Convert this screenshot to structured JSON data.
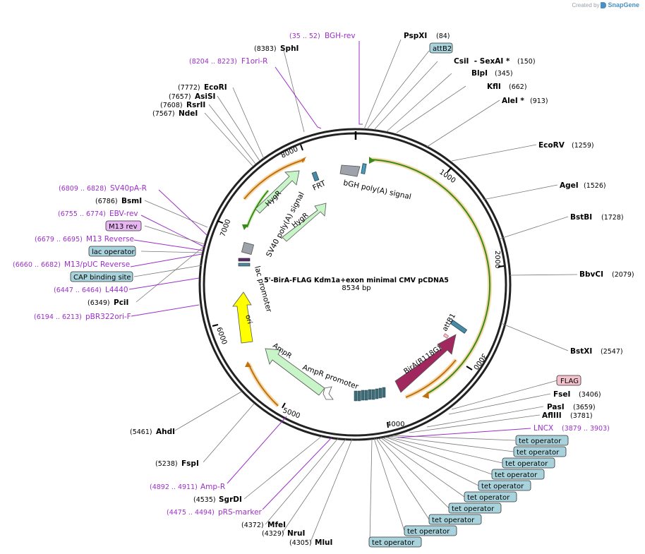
{
  "credit": {
    "text": "Created by",
    "brand": "SnapGene"
  },
  "plasmid": {
    "name": "5'-BirA-FLAG Kdm1a+exon minimal CMV pCDNA5",
    "size": "8534 bp"
  },
  "colors": {
    "primer": "#9b2fc8",
    "feature_box": "#a9d3dc",
    "flag_box": "#f4c2cc",
    "m13_box": "#e7b6f2",
    "ampr": "#c8f5c8",
    "birA": "#a0285e",
    "ori": "#ffff00",
    "orange_arc": "#f0a020",
    "green_arc": "#3a8a1a"
  },
  "ticks": [
    "1000",
    "2000",
    "3000",
    "4000",
    "5000",
    "6000",
    "7000",
    "8000"
  ],
  "sites_right": [
    {
      "name": "PspXI",
      "pos": "(84)"
    },
    {
      "box": "attB2"
    },
    {
      "name": "CsiI  - SexAI *",
      "pos": "(150)"
    },
    {
      "name": "BlpI",
      "pos": "(345)"
    },
    {
      "name": "KflI",
      "pos": "(662)"
    },
    {
      "name": "AleI *",
      "pos": "(913)"
    },
    {
      "name": "EcoRV",
      "pos": "(1259)"
    },
    {
      "name": "AgeI",
      "pos": "(1526)"
    },
    {
      "name": "BstBI",
      "pos": "(1728)"
    },
    {
      "name": "BbvCI",
      "pos": "(2079)"
    },
    {
      "name": "BstXI",
      "pos": "(2547)"
    },
    {
      "box": "FLAG"
    },
    {
      "name": "FseI",
      "pos": "(3406)"
    },
    {
      "name": "PasI",
      "pos": "(3659)"
    },
    {
      "name": "AflIII",
      "pos": "(3781)"
    },
    {
      "primer": "LNCX",
      "pos": "(3879 .. 3903)"
    }
  ],
  "tet_operators": [
    "tet operator",
    "tet operator",
    "tet operator",
    "tet operator",
    "tet operator",
    "tet operator",
    "tet operator",
    "tet operator",
    "tet operator",
    "tet operator"
  ],
  "sites_bottom": [
    {
      "name": "AhdI",
      "pos": "(5461)"
    },
    {
      "name": "FspI",
      "pos": "(5238)"
    },
    {
      "primer": "Amp-R",
      "pos": "(4892 .. 4911)"
    },
    {
      "name": "SgrDI",
      "pos": "(4535)"
    },
    {
      "primer": "pRS-marker",
      "pos": "(4475 .. 4494)"
    },
    {
      "name": "MfeI",
      "pos": "(4372)"
    },
    {
      "name": "NruI",
      "pos": "(4329)"
    },
    {
      "name": "MluI",
      "pos": "(4305)"
    }
  ],
  "sites_left": [
    {
      "primer": "BGH-rev",
      "pos": "(35 .. 52)"
    },
    {
      "name": "SphI",
      "pos": "(8383)"
    },
    {
      "primer": "F1ori-R",
      "pos": "(8204 .. 8223)"
    },
    {
      "name": "EcoRI",
      "pos": "(7772)"
    },
    {
      "name": "AsiSI",
      "pos": "(7657)"
    },
    {
      "name": "RsrII",
      "pos": "(7608)"
    },
    {
      "name": "NdeI",
      "pos": "(7567)"
    },
    {
      "primer": "SV40pA-R",
      "pos": "(6809 .. 6828)"
    },
    {
      "name": "BsmI",
      "pos": "(6786)"
    },
    {
      "primer": "EBV-rev",
      "pos": "(6755 .. 6774)"
    },
    {
      "box": "M13 rev"
    },
    {
      "primer": "M13 Reverse",
      "pos": "(6679 .. 6695)"
    },
    {
      "box": "lac operator"
    },
    {
      "primer": "M13/pUC Reverse",
      "pos": "(6660 .. 6682)"
    },
    {
      "box": "CAP binding site"
    },
    {
      "primer": "L4440",
      "pos": "(6447 .. 6464)"
    },
    {
      "name": "PciI",
      "pos": "(6349)"
    },
    {
      "primer": "pBR322ori-F",
      "pos": "(6194 .. 6213)"
    }
  ],
  "features": [
    "bGH poly(A) signal",
    "FRT",
    "HygR",
    "HygR",
    "SV40 poly(A) signal",
    "lac promoter",
    "ori",
    "AmpR",
    "AmpR promoter",
    "BirA(R118G)",
    "attB1"
  ]
}
